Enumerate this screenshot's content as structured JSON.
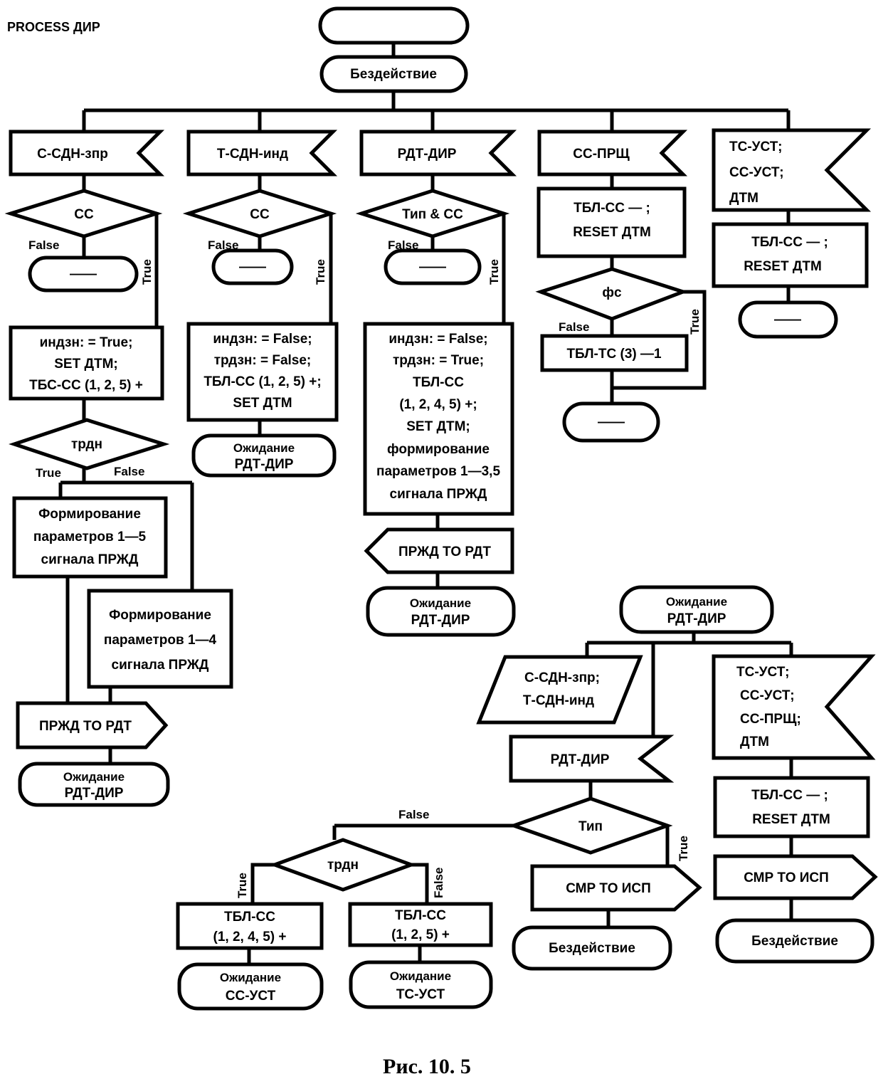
{
  "title": "PROCESS ДИР",
  "caption": "Рис. 10. 5",
  "true_label": "True",
  "false_label": "False",
  "terminals": {
    "start": "",
    "idle": "Бездействие",
    "stop": "——",
    "wait_rdt_dir": [
      "Ожидание",
      "РДТ-ДИР"
    ],
    "wait_ss_ust": [
      "Ожидание",
      "СС-УСТ"
    ],
    "wait_ts_ust": [
      "Ожидание",
      "ТС-УСТ"
    ]
  },
  "inputs": {
    "s_sdn_zap": "С-СДН-зпр",
    "t_sdn_ind": "Т-СДН-инд",
    "rdt_dir": "РДТ-ДИР",
    "ss_prsh": "СС-ПРЩ",
    "ts_ss_dtm": [
      "ТС-УСТ;",
      "СС-УСТ;",
      "ДТМ"
    ],
    "ts_ss_prsh_dtm": [
      "ТС-УСТ;",
      "СС-УСТ;",
      "СС-ПРЩ;",
      "ДТМ"
    ]
  },
  "save": [
    "С-СДН-зпр;",
    "Т-СДН-инд"
  ],
  "decisions": {
    "ss": "СС",
    "tip_ss": "Тип & СС",
    "fs": "фс",
    "trdn": "трдн",
    "tip": "Тип"
  },
  "tasks": {
    "c1": [
      "индзн: = True;",
      "SET ДТМ;",
      "ТБС-СС (1, 2, 5) +"
    ],
    "c2": [
      "индзн: = False;",
      "трдзн: = False;",
      "ТБЛ-СС (1, 2, 5) +;",
      "SET ДТМ"
    ],
    "c3": [
      "индзн: = False;",
      "трдзн: = True;",
      "ТБЛ-СС",
      "(1, 2, 4, 5) +;",
      "SET ДТМ;",
      "формирование",
      "параметров 1—3,5",
      "сигнала ПРЖД"
    ],
    "tbl_reset": [
      "ТБЛ-СС — ;",
      "RESET ДТМ"
    ],
    "tbl_ts3": "ТБЛ-ТС (3) —1",
    "form15": [
      "Формирование",
      "параметров 1—5",
      "сигнала  ПРЖД"
    ],
    "form14": [
      "Формирование",
      "параметров 1—4",
      "сигнала ПРЖД"
    ],
    "tbl1245": [
      "ТБЛ-СС",
      "(1, 2, 4, 5) +"
    ],
    "tbl125": [
      "ТБЛ-СС",
      "(1, 2, 5) +"
    ]
  },
  "outputs": {
    "przhd_to_rdt": "ПРЖД TO РДТ",
    "smr_to_isp": "СМР TO ИСП"
  }
}
